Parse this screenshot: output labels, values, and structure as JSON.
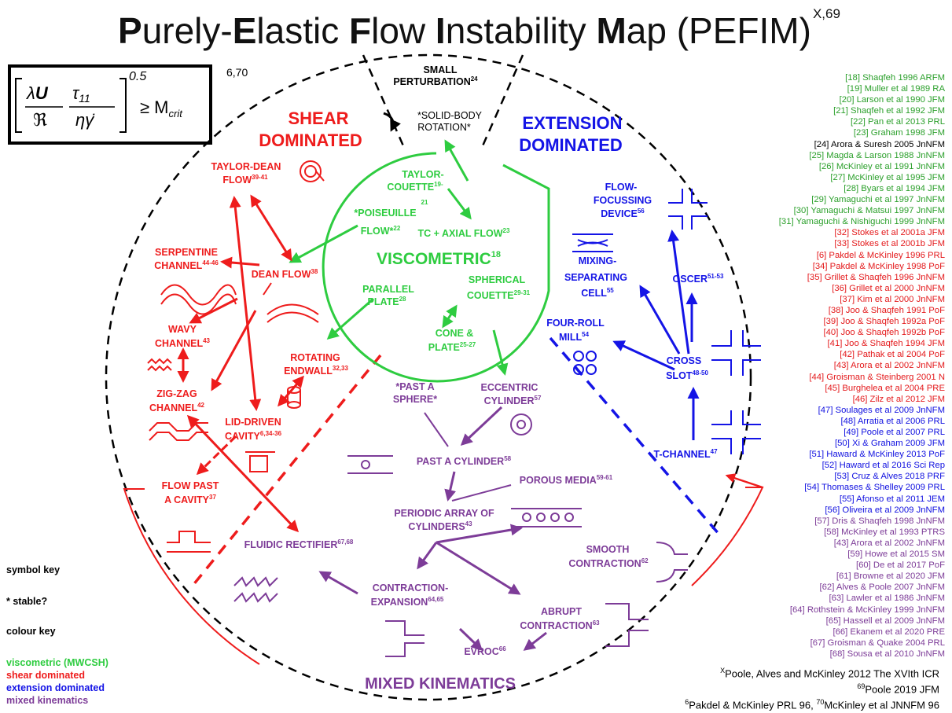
{
  "title": {
    "p1": "P",
    "p2": "urely-",
    "p3": "E",
    "p4": "lastic ",
    "p5": "F",
    "p6": "low ",
    "p7": "I",
    "p8": "nstability ",
    "p9": "M",
    "p10": "ap (PEFIM)",
    "sup": "X,69"
  },
  "equation": {
    "power": "0.5",
    "rhs": "≥ M",
    "rhs_sub": "crit",
    "sup": "6,70"
  },
  "regions": {
    "shear": [
      "SHEAR",
      "DOMINATED"
    ],
    "extension": [
      "EXTENSION",
      "DOMINATED"
    ],
    "viscometric": "VISCOMETRIC",
    "viscometric_sup": "18",
    "mixed": "MIXED KINEMATICS"
  },
  "nodes": {
    "small_pert": [
      "SMALL",
      "PERTURBATION"
    ],
    "small_pert_sup": "24",
    "solid_body": [
      "*SOLID-BODY",
      "ROTATION*"
    ],
    "taylor_couette": [
      "TAYLOR-",
      "COUETTE"
    ],
    "taylor_couette_sup": "19-",
    "taylor_couette_sup2": "21",
    "poiseuille": [
      "*POISEUILLE",
      "FLOW*"
    ],
    "poiseuille_sup": "22",
    "tc_axial": "TC + AXIAL FLOW",
    "tc_axial_sup": "23",
    "parallel_plate": [
      "PARALLEL",
      "PLATE"
    ],
    "parallel_plate_sup": "28",
    "spherical": [
      "SPHERICAL",
      "COUETTE"
    ],
    "spherical_sup": "29-31",
    "cone": [
      "CONE &",
      "PLATE"
    ],
    "cone_sup": "25-27",
    "taylor_dean": [
      "TAYLOR-DEAN",
      "FLOW"
    ],
    "taylor_dean_sup": "39-41",
    "serpentine": [
      "SERPENTINE",
      "CHANNEL"
    ],
    "serpentine_sup": "44-46",
    "dean": "DEAN FLOW",
    "dean_sup": "38",
    "wavy": [
      "WAVY",
      "CHANNEL"
    ],
    "wavy_sup": "43",
    "rotating": [
      "ROTATING",
      "ENDWALL"
    ],
    "rotating_sup": "32,33",
    "zigzag": [
      "ZIG-ZAG",
      "CHANNEL"
    ],
    "zigzag_sup": "42",
    "lid": [
      "LID-DRIVEN",
      "CAVITY"
    ],
    "lid_sup": "6,34-36",
    "flow_cavity": [
      "FLOW PAST",
      "A CAVITY"
    ],
    "flow_cavity_sup": "37",
    "fluidic": "FLUIDIC RECTIFIER",
    "fluidic_sup": "67,68",
    "past_sphere": [
      "*PAST A",
      "SPHERE*"
    ],
    "eccentric": [
      "ECCENTRIC",
      "CYLINDER"
    ],
    "eccentric_sup": "57",
    "past_cyl": "PAST A CYLINDER",
    "past_cyl_sup": "58",
    "porous": "POROUS MEDIA",
    "porous_sup": "59-61",
    "periodic": [
      "PERIODIC ARRAY OF",
      "CYLINDERS"
    ],
    "periodic_sup": "43",
    "smooth": [
      "SMOOTH",
      "CONTRACTION"
    ],
    "smooth_sup": "62",
    "contraction_exp": [
      "CONTRACTION-",
      "EXPANSION"
    ],
    "contraction_exp_sup": "64,65",
    "abrupt": [
      "ABRUPT",
      "CONTRACTION"
    ],
    "abrupt_sup": "63",
    "evroc": "EVROC",
    "evroc_sup": "66",
    "flow_focus": [
      "FLOW-",
      "FOCUSSING",
      "DEVICE"
    ],
    "flow_focus_sup": "56",
    "mixing": [
      "MIXING-",
      "SEPARATING",
      "CELL"
    ],
    "mixing_sup": "55",
    "oscer": "OSCER",
    "oscer_sup": "51-53",
    "four_roll": [
      "FOUR-ROLL",
      "MILL"
    ],
    "four_roll_sup": "54",
    "cross": [
      "CROSS",
      "SLOT"
    ],
    "cross_sup": "48-50",
    "tchannel": "T-CHANNEL",
    "tchannel_sup": "47"
  },
  "references": [
    {
      "t": "[18] Shaqfeh 1996 ARFM",
      "c": "#2ca02c"
    },
    {
      "t": "[19] Muller et al 1989 RA",
      "c": "#2ca02c"
    },
    {
      "t": "[20] Larson et al 1990 JFM",
      "c": "#2ca02c"
    },
    {
      "t": "[21] Shaqfeh et al 1992 JFM",
      "c": "#2ca02c"
    },
    {
      "t": "[22] Pan et al 2013 PRL",
      "c": "#2ca02c"
    },
    {
      "t": "[23] Graham 1998 JFM",
      "c": "#2ca02c"
    },
    {
      "t": "[24] Arora & Suresh 2005 JnNFM",
      "c": "#000000"
    },
    {
      "t": "[25] Magda & Larson 1988 JnNFM",
      "c": "#2ca02c"
    },
    {
      "t": "[26] McKinley et al 1991 JnNFM",
      "c": "#2ca02c"
    },
    {
      "t": "[27] McKinley et al 1995 JFM",
      "c": "#2ca02c"
    },
    {
      "t": "[28] Byars et al 1994 JFM",
      "c": "#2ca02c"
    },
    {
      "t": "[29] Yamaguchi et al 1997 JnNFM",
      "c": "#2ca02c"
    },
    {
      "t": "[30] Yamaguchi & Matsui 1997 JnNFM",
      "c": "#2ca02c"
    },
    {
      "t": "[31] Yamaguchi  &  Nishiguchi 1999 JnNFM",
      "c": "#2ca02c"
    },
    {
      "t": "[32] Stokes et al 2001a JFM",
      "c": "#e41a1c"
    },
    {
      "t": "[33] Stokes et al 2001b JFM",
      "c": "#e41a1c"
    },
    {
      "t": "[6] Pakdel & McKinley 1996 PRL",
      "c": "#e41a1c"
    },
    {
      "t": "[34] Pakdel & McKinley 1998 PoF",
      "c": "#e41a1c"
    },
    {
      "t": "[35] Grillet & Shaqfeh 1996 JnNFM",
      "c": "#e41a1c"
    },
    {
      "t": "[36] Grillet et al 2000 JnNFM",
      "c": "#e41a1c"
    },
    {
      "t": "[37] Kim et al 2000 JnNFM",
      "c": "#e41a1c"
    },
    {
      "t": "[38] Joo & Shaqfeh 1991 PoF",
      "c": "#e41a1c"
    },
    {
      "t": "[39] Joo & Shaqfeh 1992a PoF",
      "c": "#e41a1c"
    },
    {
      "t": "[40] Joo & Shaqfeh 1992b PoF",
      "c": "#e41a1c"
    },
    {
      "t": "[41] Joo & Shaqfeh 1994 JFM",
      "c": "#e41a1c"
    },
    {
      "t": "[42] Pathak et al 2004 PoF",
      "c": "#e41a1c"
    },
    {
      "t": "[43] Arora et al 2002 JnNFM",
      "c": "#e41a1c"
    },
    {
      "t": "[44] Groisman & Steinberg  2001 N",
      "c": "#e41a1c"
    },
    {
      "t": "[45] Burghelea et al 2004 PRE",
      "c": "#e41a1c"
    },
    {
      "t": "[46] Zilz et al 2012 JFM",
      "c": "#e41a1c"
    },
    {
      "t": "[47] Soulages et al 2009 JnNFM",
      "c": "#1010e0"
    },
    {
      "t": "[48] Arratia et al 2006 PRL",
      "c": "#1010e0"
    },
    {
      "t": "[49] Poole et al 2007 PRL",
      "c": "#1010e0"
    },
    {
      "t": "[50] Xi & Graham 2009 JFM",
      "c": "#1010e0"
    },
    {
      "t": "[51] Haward & McKinley 2013 PoF",
      "c": "#1010e0"
    },
    {
      "t": "[52] Haward et al 2016 Sci Rep",
      "c": "#1010e0"
    },
    {
      "t": "[53] Cruz & Alves 2018 PRF",
      "c": "#1010e0"
    },
    {
      "t": "[54] Thomases & Shelley 2009 PRL",
      "c": "#1010e0"
    },
    {
      "t": "[55] Afonso et al 2011 JEM",
      "c": "#1010e0"
    },
    {
      "t": "[56] Oliveira et al 2009 JnNFM",
      "c": "#1010e0"
    },
    {
      "t": "[57] Dris & Shaqfeh 1998 JnNFM",
      "c": "#7d3c98"
    },
    {
      "t": "[58] McKinley et al 1993 PTRS",
      "c": "#7d3c98"
    },
    {
      "t": "[43] Arora et al 2002 JnNFM",
      "c": "#7d3c98"
    },
    {
      "t": "[59] Howe et al 2015 SM",
      "c": "#7d3c98"
    },
    {
      "t": "[60] De et al 2017 PoF",
      "c": "#7d3c98"
    },
    {
      "t": "[61] Browne et al 2020 JFM",
      "c": "#7d3c98"
    },
    {
      "t": "[62] Alves & Poole 2007 JnNFM",
      "c": "#7d3c98"
    },
    {
      "t": "[63] Lawler et al 1986 JnNFM",
      "c": "#7d3c98"
    },
    {
      "t": "[64] Rothstein & McKinley 1999 JnNFM",
      "c": "#7d3c98"
    },
    {
      "t": "[65] Hassell et al 2009 JnNFM",
      "c": "#7d3c98"
    },
    {
      "t": "[66] Ekanem et al 2020 PRE",
      "c": "#7d3c98"
    },
    {
      "t": "[67] Groisman & Quake 2004 PRL",
      "c": "#7d3c98"
    },
    {
      "t": "[68] Sousa et al 2010 JnNFM",
      "c": "#7d3c98"
    }
  ],
  "key": {
    "symbol": "symbol key",
    "stable": "* stable?",
    "colour": "colour key",
    "visc": "viscometric (MWCSH)",
    "shear": "shear dominated",
    "ext": "extension dominated",
    "mixed": "mixed kinematics"
  },
  "citations": {
    "line1_sup": "X",
    "line1": "Poole, Alves and McKinley 2012 The XVIth ICR",
    "line2_sup": "69",
    "line2": "Poole 2019 JFM",
    "line3_sup1": "6",
    "line3a": "Pakdel & McKinley PRL 96, ",
    "line3_sup2": "70",
    "line3b": "McKinley et al JNNFM 96"
  },
  "colors": {
    "green": "#2ecc40",
    "red": "#ee1c1c",
    "blue": "#1414e6",
    "purple": "#7d3c98",
    "black": "#000000"
  }
}
